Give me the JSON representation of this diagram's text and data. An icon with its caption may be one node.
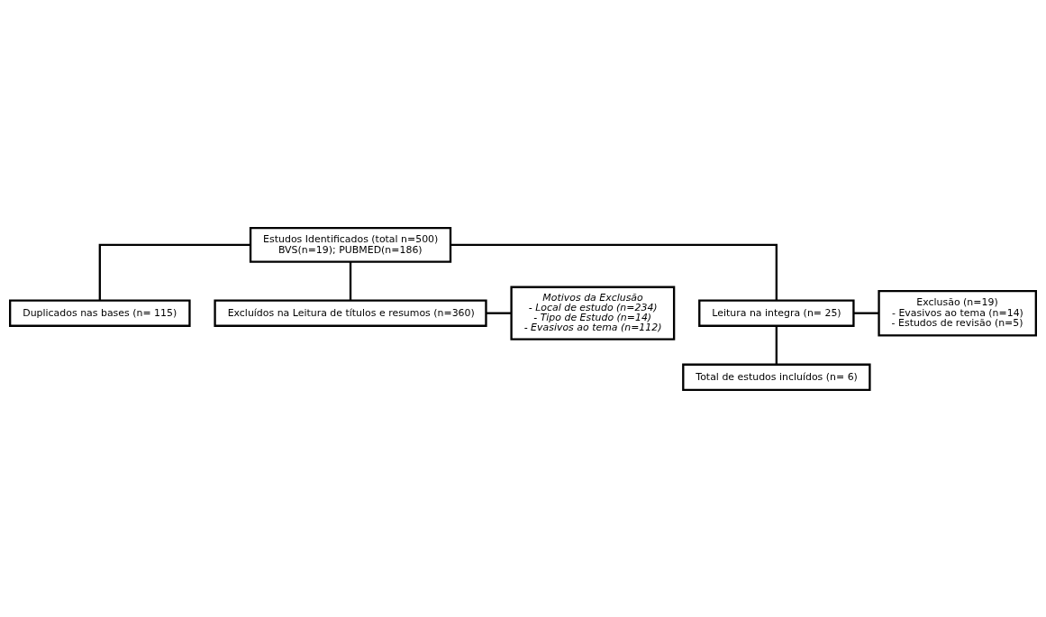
{
  "diagram": {
    "nodes": [
      {
        "text": [
          "Estudos Identificados (total n=500)",
          "BVS(n=19); PUBMED(n=186)"
        ]
      },
      {
        "text": [
          "Duplicados nas bases (n= 115)"
        ]
      },
      {
        "text": [
          "Excluídos na Leitura de títulos e resumos (n=360)"
        ]
      },
      {
        "text": [
          "Motivos da Exclusão",
          "- Local de estudo (n=234)",
          "- Tipo de Estudo (n=14)",
          "- Evasivos ao tema (n=112)"
        ]
      },
      {
        "text": [
          "Leitura na integra (n= 25)"
        ]
      },
      {
        "text": [
          "Exclusão (n=19)",
          "- Evasivos ao tema (n=14)",
          "- Estudos de revisão (n=5)"
        ]
      },
      {
        "text": [
          "Total de estudos incluídos (n= 6)"
        ]
      }
    ],
    "edges": [
      {
        "from": 0,
        "to": 1,
        "arrow": "none"
      },
      {
        "from": 0,
        "to": 2,
        "arrow": "none"
      },
      {
        "from": 0,
        "to": 4,
        "arrow": "none"
      },
      {
        "from": 2,
        "to": 3,
        "arrow": "none"
      },
      {
        "from": 4,
        "to": 5,
        "arrow": "none"
      },
      {
        "from": 4,
        "to": 6,
        "arrow": "none"
      }
    ]
  }
}
